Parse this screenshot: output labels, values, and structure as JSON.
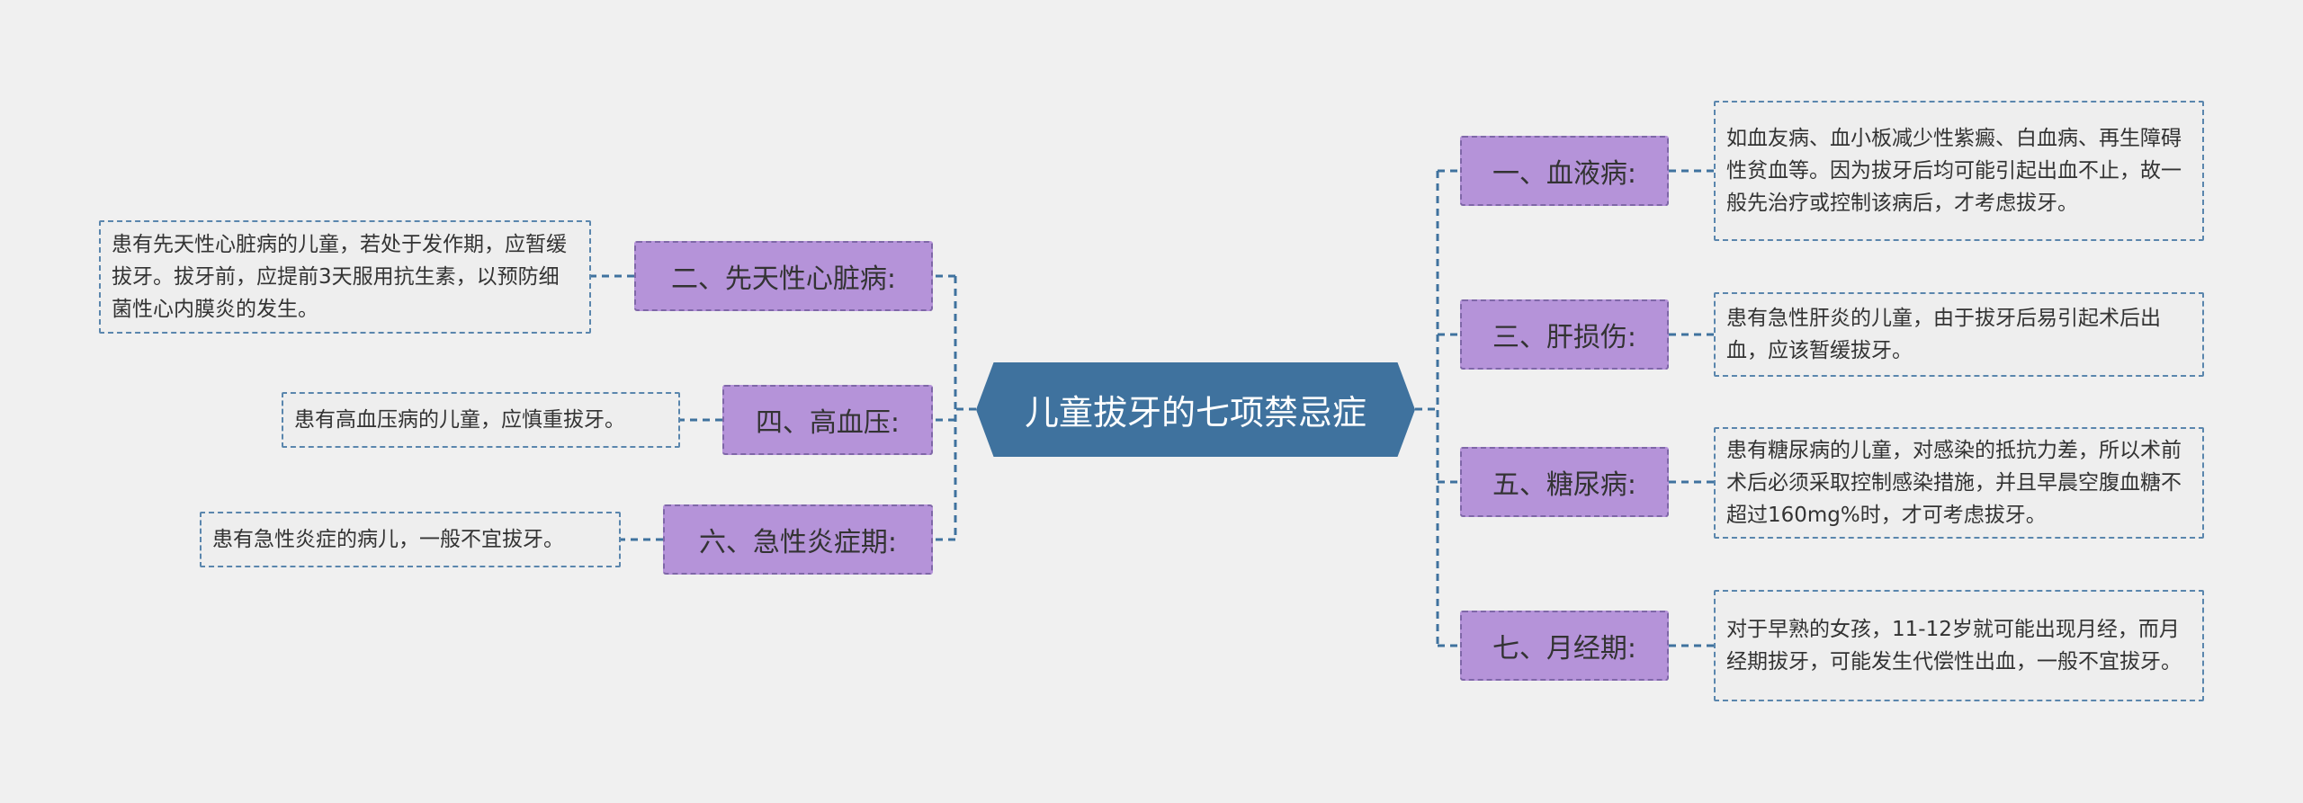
{
  "root": {
    "title": "儿童拔牙的七项禁忌症"
  },
  "branches": [
    {
      "label": "一、血液病:",
      "detail": "如血友病、血小板减少性紫癜、白血病、再生障碍性贫血等。因为拔牙后均可能引起出血不止，故一般先治疗或控制该病后，才考虑拔牙。"
    },
    {
      "label": "二、先天性心脏病:",
      "detail": "患有先天性心脏病的儿童，若处于发作期，应暂缓拔牙。拔牙前，应提前3天服用抗生素，以预防细菌性心内膜炎的发生。"
    },
    {
      "label": "三、肝损伤:",
      "detail": "患有急性肝炎的儿童，由于拔牙后易引起术后出血，应该暂缓拔牙。"
    },
    {
      "label": "四、高血压:",
      "detail": "患有高血压病的儿童，应慎重拔牙。"
    },
    {
      "label": "五、糖尿病:",
      "detail": "患有糖尿病的儿童，对感染的抵抗力差，所以术前术后必须采取控制感染措施，并且早晨空腹血糖不超过160mg%时，才可考虑拔牙。"
    },
    {
      "label": "六、急性炎症期:",
      "detail": "患有急性炎症的病儿，一般不宜拔牙。"
    },
    {
      "label": "七、月经期:",
      "detail": "对于早熟的女孩，11-12岁就可能出现月经，而月经期拔牙，可能发生代偿性出血，一般不宜拔牙。"
    }
  ],
  "colors": {
    "root_fill": "#3f729e",
    "branch_fill": "#b593d9",
    "leaf_fill": "#eeeeee",
    "connector": "#3f729e"
  }
}
